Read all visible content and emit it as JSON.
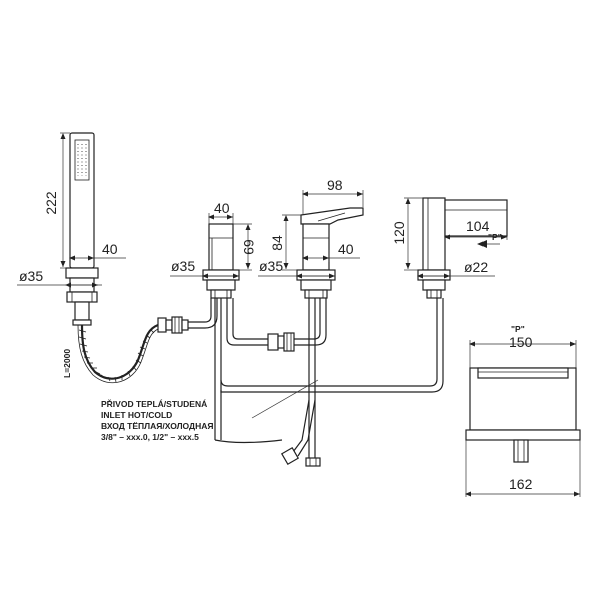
{
  "dimensions": {
    "shower_height": "222",
    "shower_width": "40",
    "shower_base_dia": "ø35",
    "hose_length": "L=2000",
    "valve_width": "40",
    "valve_height": "69",
    "valve_base_dia": "ø35",
    "mixer_base_dia": "ø35",
    "mixer_reach": "98",
    "mixer_height": "84",
    "mixer_width": "40",
    "spout_height": "120",
    "spout_reach": "104",
    "spout_base_dia": "ø22",
    "spout_view_label": "\"P\"",
    "spout_width_top": "150",
    "spout_width_bottom": "162"
  },
  "note": {
    "line1": "PŘIVOD TEPLÁ/STUDENÁ",
    "line2": "INLET HOT/COLD",
    "line3": "ВХОД ТЁПЛАЯ/ХОЛОДНАЯ",
    "line4": "3/8\" – xxx.0, 1/2\" – xxx.5"
  },
  "view_marker": "\"P\""
}
